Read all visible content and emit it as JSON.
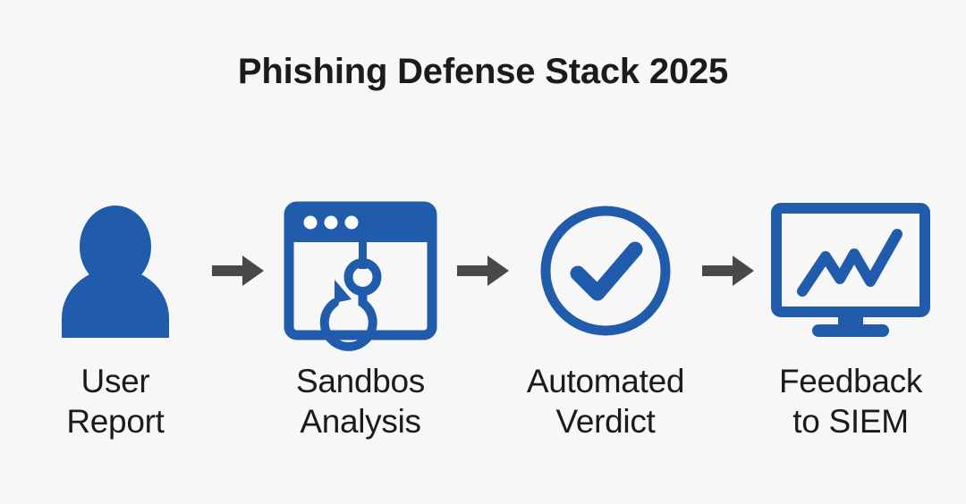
{
  "title": "Phishing Defense Stack 2025",
  "colors": {
    "background": "#f7f7f7",
    "brand_blue": "#205CAB",
    "arrow_gray": "#484848",
    "text": "#1a1a1f"
  },
  "flow": {
    "steps": [
      {
        "id": "user-report",
        "label": "User\nReport",
        "icon": "user-icon"
      },
      {
        "id": "sandbos-analysis",
        "label": "Sandbos\nAnalysis",
        "icon": "phishing-hook-window-icon"
      },
      {
        "id": "automated-verdict",
        "label": "Automated\nVerdict",
        "icon": "check-circle-icon"
      },
      {
        "id": "feedback-to-siem",
        "label": "Feedback\nto SIEM",
        "icon": "monitor-chart-icon"
      }
    ],
    "connectors": [
      {
        "id": "arrow-1",
        "icon": "arrow-right-icon"
      },
      {
        "id": "arrow-2",
        "icon": "arrow-right-icon"
      },
      {
        "id": "arrow-3",
        "icon": "arrow-right-icon"
      }
    ]
  }
}
